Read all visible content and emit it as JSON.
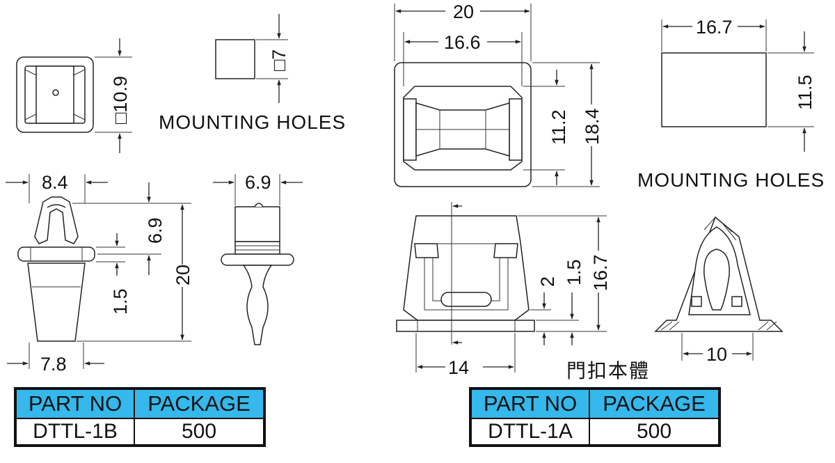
{
  "left_part": {
    "dims": {
      "top_square": "□10.9",
      "hole_square": "□7",
      "clip_width": "8.4",
      "head_height": "6.9",
      "side_width": "6.9",
      "total_height": "20",
      "flange_thickness": "1.5",
      "base_width": "7.8"
    },
    "mounting_label": "MOUNTING HOLES",
    "table": {
      "headers": [
        "PART NO",
        "PACKAGE"
      ],
      "part_no": "DTTL-1B",
      "package": "500"
    }
  },
  "right_part": {
    "dims": {
      "width_outer": "20",
      "width_inner": "16.6",
      "inner_height": "11.2",
      "outer_height": "18.4",
      "hole_width": "16.7",
      "hole_height": "11.5",
      "base_dim_2": "2",
      "base_dim_1_5": "1.5",
      "total_height": "16.7",
      "bottom_width": "14",
      "side_width": "10"
    },
    "mounting_label": "MOUNTING HOLES",
    "caption": "門扣本體",
    "table": {
      "headers": [
        "PART NO",
        "PACKAGE"
      ],
      "part_no": "DTTL-1A",
      "package": "500"
    }
  },
  "colors": {
    "table_header": "#35b8ec",
    "line": "#222222"
  }
}
